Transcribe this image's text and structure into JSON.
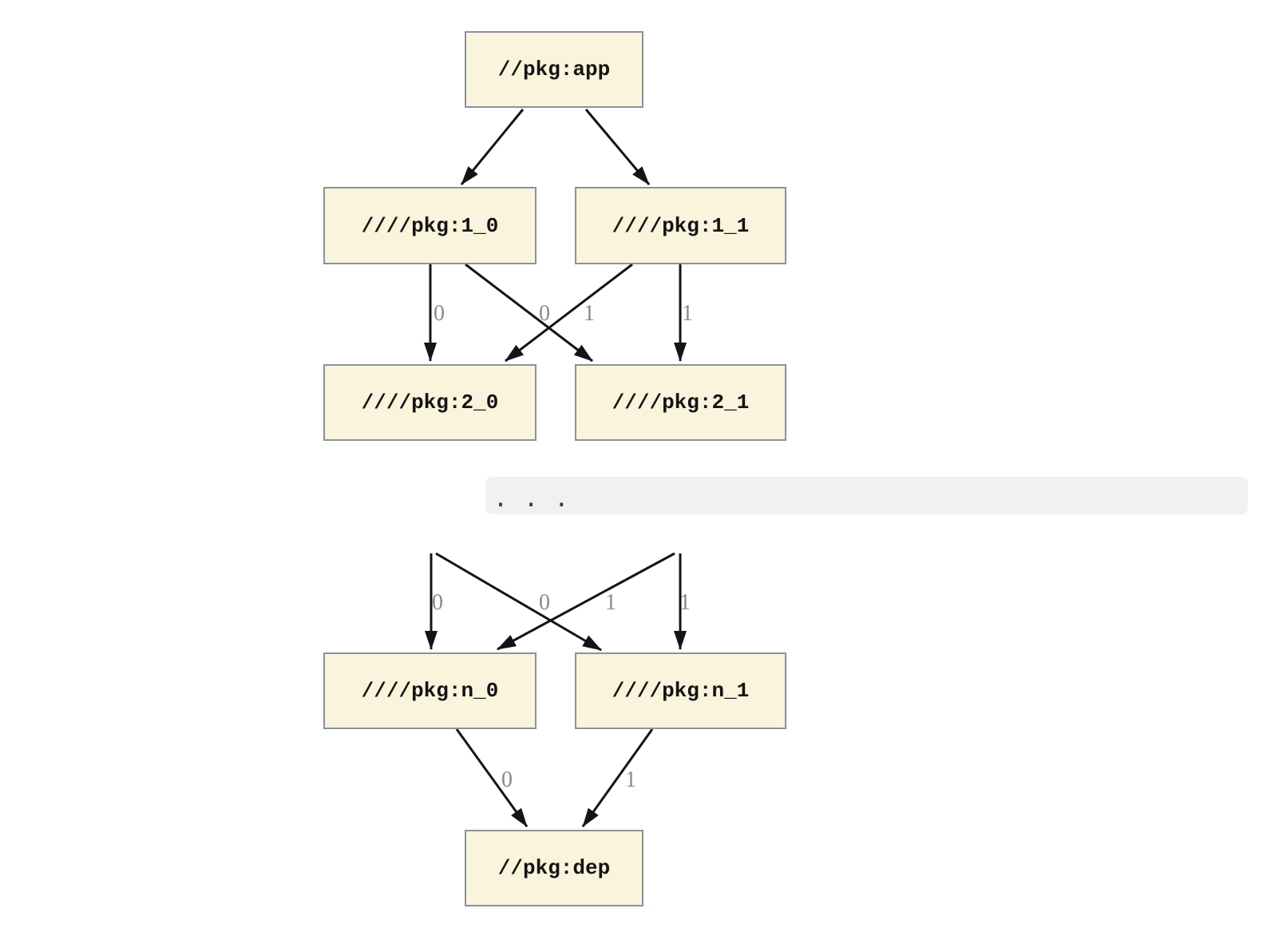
{
  "diagram": {
    "type": "dependency-graph",
    "nodes": {
      "app": {
        "label": "//pkg:app"
      },
      "l1_0": {
        "label": "////pkg:1_0"
      },
      "l1_1": {
        "label": "////pkg:1_1"
      },
      "l2_0": {
        "label": "////pkg:2_0"
      },
      "l2_1": {
        "label": "////pkg:2_1"
      },
      "ln_0": {
        "label": "////pkg:n_0"
      },
      "ln_1": {
        "label": "////pkg:n_1"
      },
      "dep": {
        "label": "//pkg:dep"
      }
    },
    "ellipsis_text": ". . .",
    "edge_labels": {
      "upper": [
        "0",
        "0",
        "1",
        "1"
      ],
      "lower": [
        "0",
        "0",
        "1",
        "1"
      ],
      "bottom": [
        "0",
        "1"
      ]
    },
    "colors": {
      "node_fill": "#faf4dc",
      "node_border": "#8b9298",
      "edge": "#141414",
      "edge_label": "#8a8a8a",
      "ellipsis_band_bg": "#f1f1f1",
      "ellipsis_dots": "#3a3a3a"
    }
  }
}
